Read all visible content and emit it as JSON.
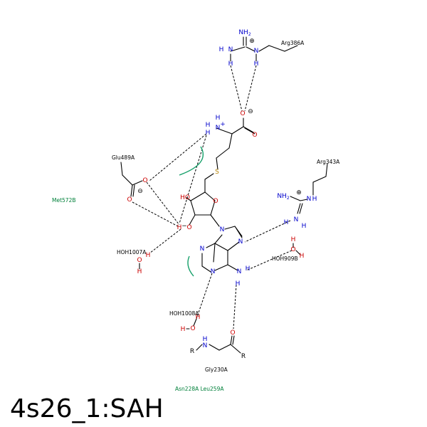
{
  "title": "4s26_1:SAH",
  "colors": {
    "bond": "#000000",
    "nitrogen": "#0000cc",
    "oxygen": "#cc0000",
    "sulfur": "#b8860b",
    "hydrophobic": "#00803a",
    "arc": "#16a06a"
  },
  "residues": {
    "arg386": "Arg386A",
    "glu489": "Glu489A",
    "met572": "Met572B",
    "arg343": "Arg343A",
    "hoh1007": "HOH1007A",
    "hoh9098": "HOH909B",
    "hoh1008": "HOH1008A",
    "gly230": "Gly230A",
    "asn228_leu259": "Asn228A Leu259A"
  },
  "atoms": {
    "NH2": "NH",
    "sub2": "2",
    "N": "N",
    "H": "H",
    "O": "O",
    "S": "S",
    "HO": "HO",
    "R": "R",
    "plus": "+",
    "minus": "−",
    "charge_plus": "⊕",
    "charge_minus": "⊖",
    "Hminus": "H",
    "Ominus": "O"
  }
}
